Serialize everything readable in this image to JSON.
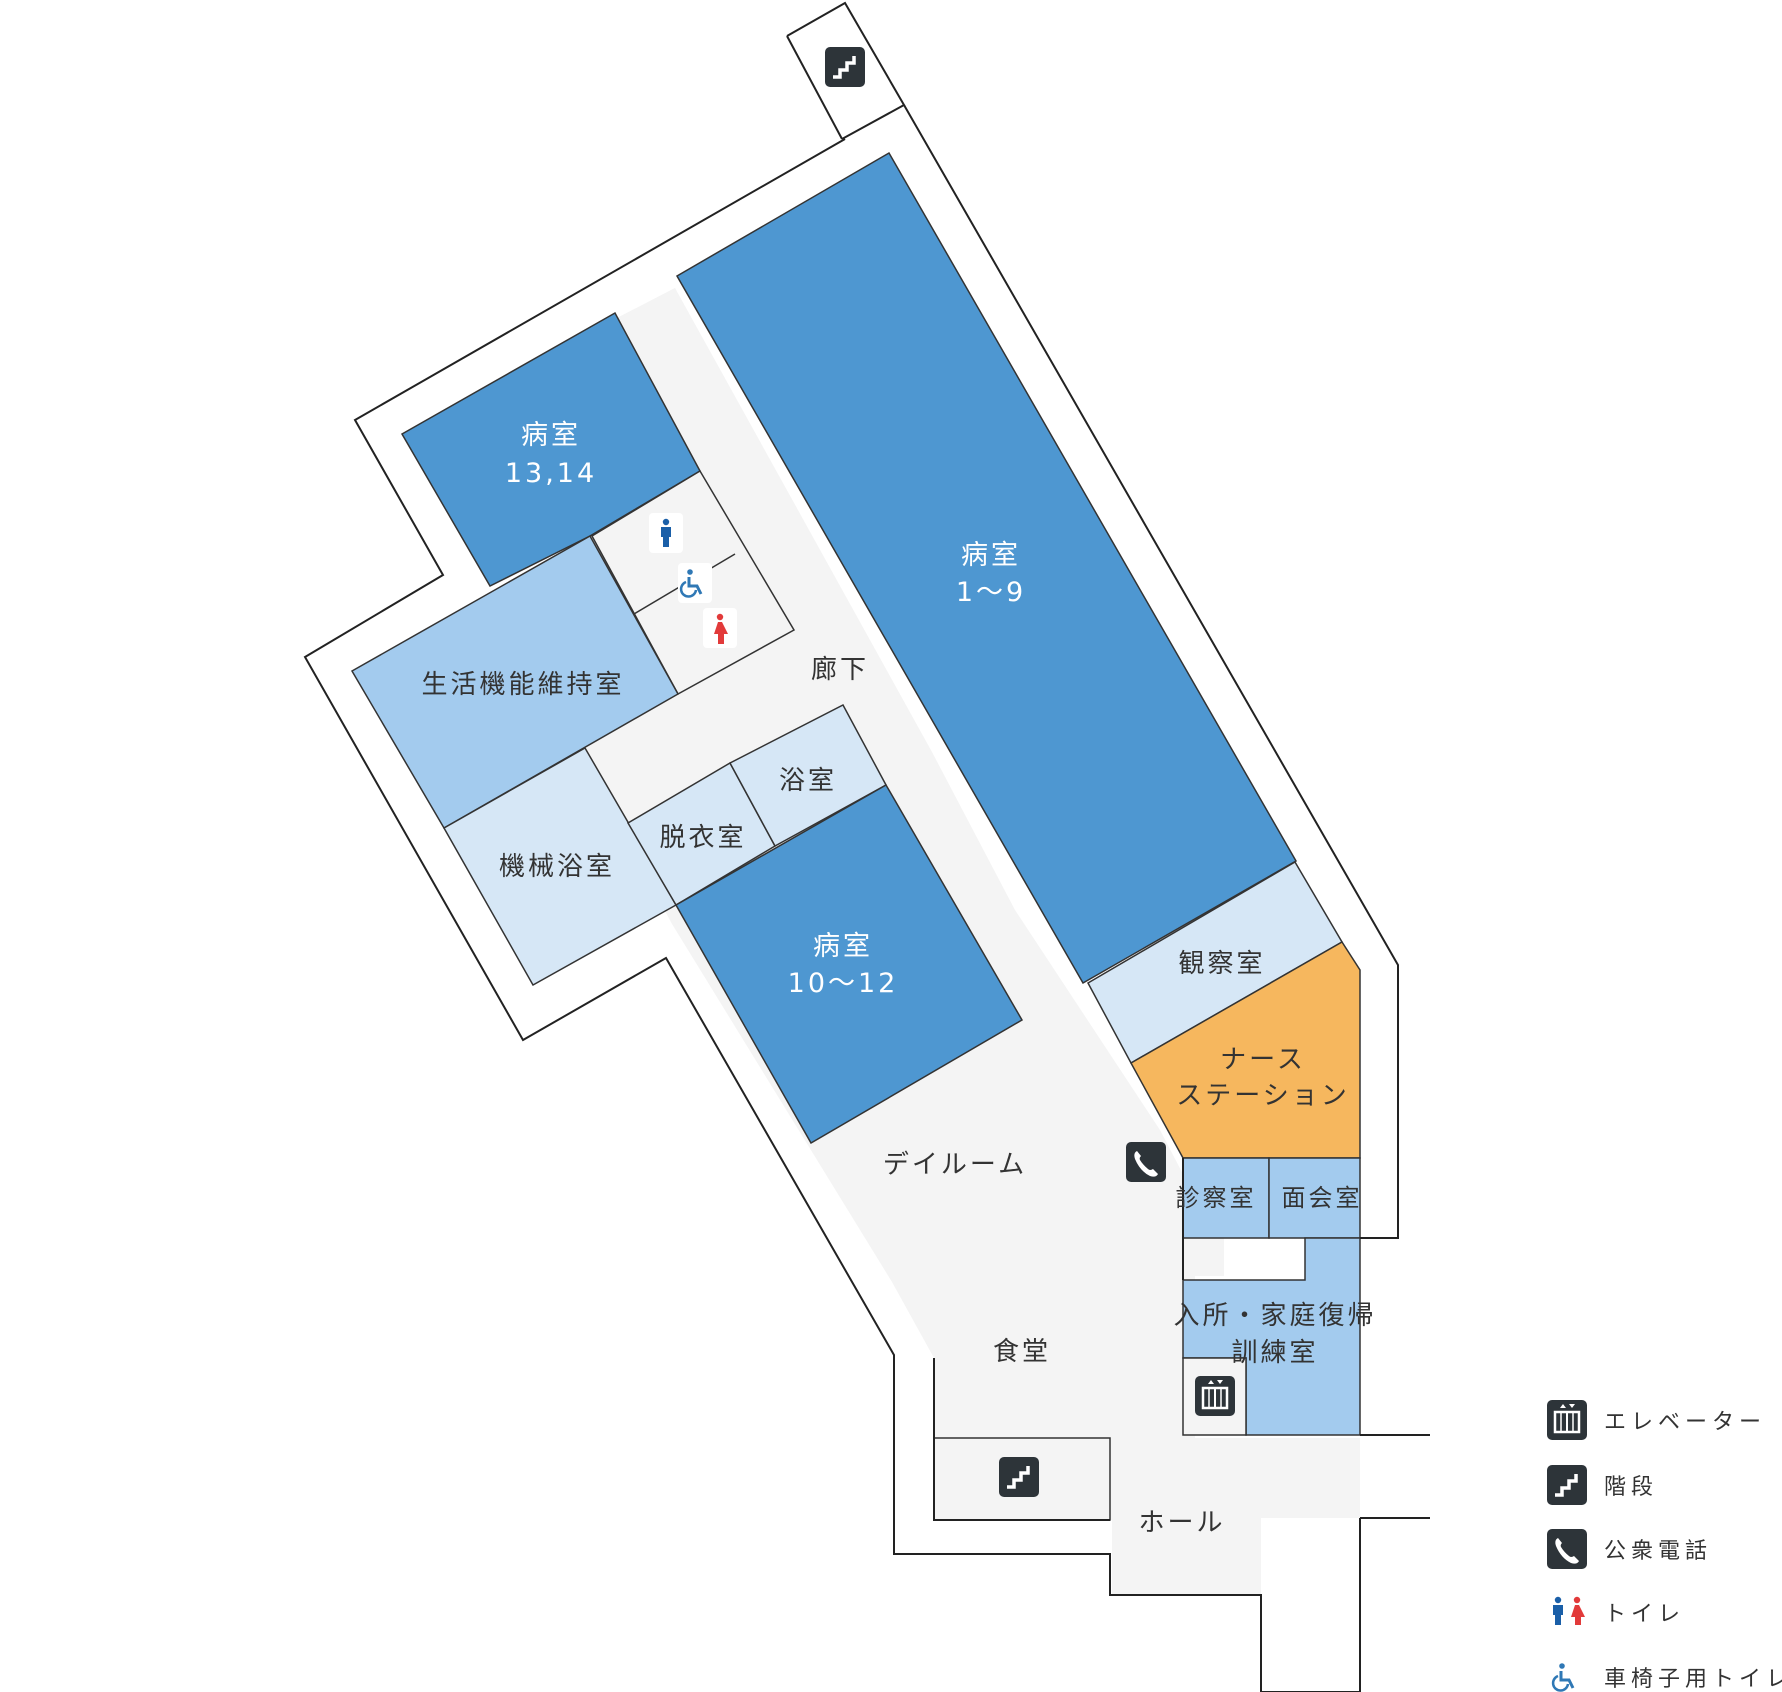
{
  "colors": {
    "room_dark": "#4e97d1",
    "room_mid": "#a3cbee",
    "room_light": "#d6e7f6",
    "nurse": "#f6b75e",
    "corridor": "#f4f4f4",
    "icon_bg": "#2d3439",
    "male": "#1a5fa8",
    "female": "#e23a3a",
    "wheelchair": "#2f78b5"
  },
  "rooms": {
    "room_13_14": [
      "病室",
      "13,14"
    ],
    "room_1_9": [
      "病室",
      "1～9"
    ],
    "room_10_12": [
      "病室",
      "10～12"
    ],
    "life_function": "生活機能維持室",
    "mechanical_bath": "機械浴室",
    "bath": "浴室",
    "changing": "脱衣室",
    "observation": "観察室",
    "nurse_station": [
      "ナース",
      "ステーション"
    ],
    "exam": "診察室",
    "visiting": "面会室",
    "rehab": [
      "入所・家庭復帰",
      "訓練室"
    ],
    "corridor": "廊下",
    "dayroom": "デイルーム",
    "dining": "食堂",
    "hall": "ホール"
  },
  "icons": {
    "stairs": "stairs-icon",
    "elevator": "elevator-icon",
    "phone": "phone-icon",
    "male_toilet": "male-toilet-icon",
    "female_toilet": "female-toilet-icon",
    "wheelchair": "wheelchair-icon"
  },
  "legend": [
    {
      "icon": "elevator-icon",
      "label": "エレベーター"
    },
    {
      "icon": "stairs-icon",
      "label": "階段"
    },
    {
      "icon": "phone-icon",
      "label": "公衆電話"
    },
    {
      "icon": "toilet-icon",
      "label": "トイレ"
    },
    {
      "icon": "wheelchair-icon",
      "label": "車椅子用トイレ"
    }
  ]
}
